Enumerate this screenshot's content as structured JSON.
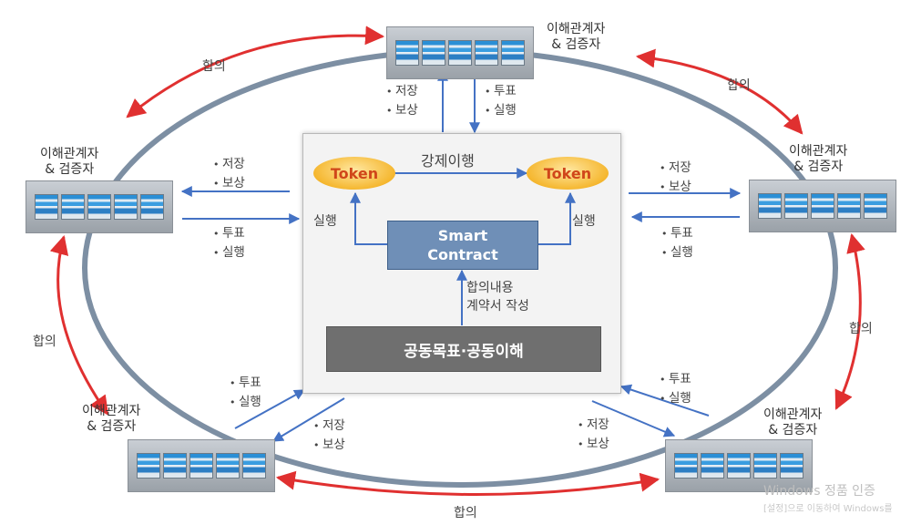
{
  "role_label_line1": "이해관계자",
  "role_label_line2": "& 검증자",
  "agreement_label": "합의",
  "store_reward": [
    "저장",
    "보상"
  ],
  "vote_execute": [
    "투표",
    "실행"
  ],
  "enforcement_label": "강제이행",
  "token_label": "Token",
  "execute_label": "실행",
  "smart_contract_label": "Smart\nContract",
  "agreement_content": [
    "합의내용",
    "계약서 작성"
  ],
  "common_goal_label": "공동목표·공동이해",
  "watermark": {
    "title": "Windows 정품 인증",
    "subtitle": "[설정]으로 이동하여 Windows를"
  },
  "colors": {
    "ring": "#7d8fa3",
    "agreement_arrow": "#e03030",
    "flow_arrow": "#4472c4"
  }
}
